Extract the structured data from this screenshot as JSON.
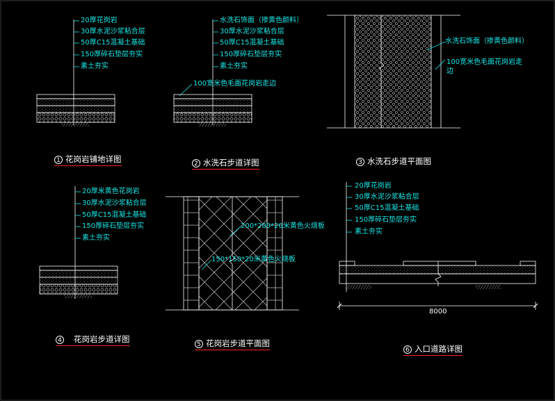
{
  "colors": {
    "background": "#000000",
    "annotation": "#19e6e6",
    "title": "#ffffff",
    "underline": "#ff2020",
    "linework": "#ffffff"
  },
  "details": [
    {
      "number": "1",
      "title": "花岗岩铺地详图",
      "labels": [
        "20厚花岗岩",
        "30厚水泥沙浆粘合层",
        "50厚C15混凝土基础",
        "150厚碎石垫层夯实",
        "素土夯实"
      ]
    },
    {
      "number": "2",
      "title": "水洗石步道详图",
      "labels": [
        "水洗石饰面（掺黄色颜料）",
        "30厚水泥沙浆粘合层",
        "50厚C15混凝土基础",
        "150厚碎石垫层夯实",
        "素土夯实"
      ],
      "edge_label": "100宽米色毛面花岗岩走边"
    },
    {
      "number": "3",
      "title": "水洗石步道平面图",
      "labels": [
        "水洗石饰面（掺黄色颜料）",
        "100宽米色毛面花岗岩走",
        "边"
      ]
    },
    {
      "number": "4",
      "title": "花岗岩步道详图",
      "labels": [
        "20厚米黄色花岗岩",
        "30厚水泥沙浆粘合层",
        "50厚C15混凝土基础",
        "150厚碎石垫层夯实",
        "素土夯实"
      ]
    },
    {
      "number": "5",
      "title": "花岗岩步道平面图",
      "labels": [
        "200*200*20米黄色火烧板",
        "150*150*20米黄色火烧板"
      ]
    },
    {
      "number": "6",
      "title": "入口道路详图",
      "labels": [
        "20厚花岗岩",
        "30厚水泥沙浆粘合层",
        "50厚C15混凝土基础",
        "150厚碎石垫层夯实",
        "素土夯实"
      ],
      "dimension": "8000"
    }
  ]
}
